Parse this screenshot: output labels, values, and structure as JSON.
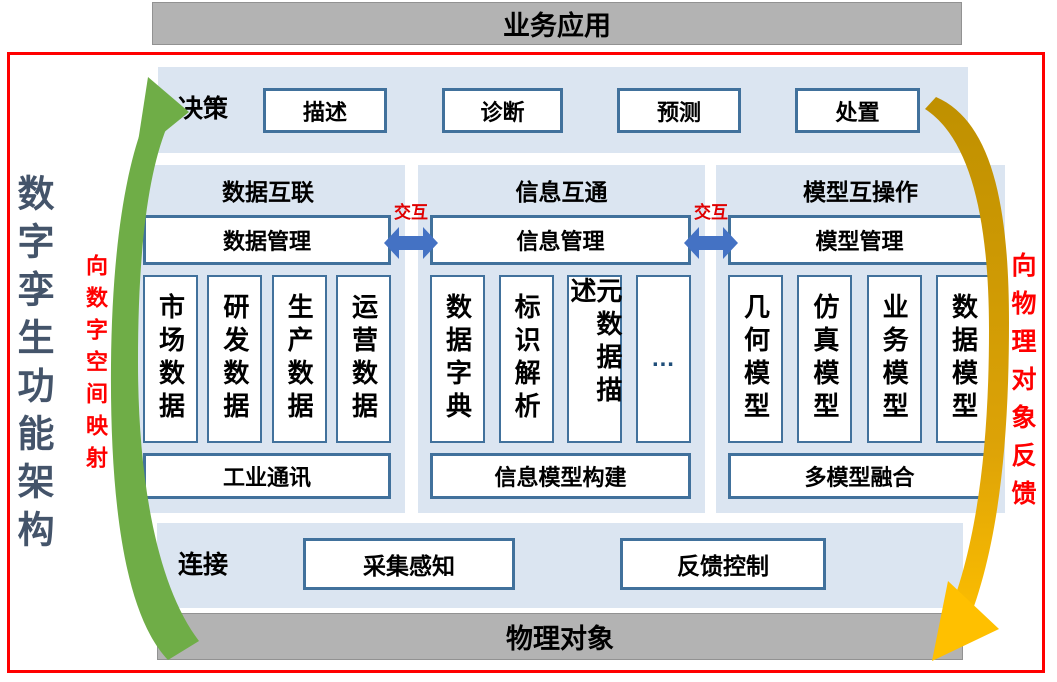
{
  "title": "数字孪生功能架构",
  "top_bar": {
    "label": "业务应用"
  },
  "bottom_bar": {
    "label": "物理对象"
  },
  "left_flow_label": "向数字空间映射",
  "right_flow_label": "向物理对象反馈",
  "interaction_label": "交互",
  "decision": {
    "label": "决策",
    "items": [
      "描述",
      "诊断",
      "预测",
      "处置"
    ]
  },
  "columns": [
    {
      "header": "数据互联",
      "manager": "数据管理",
      "items": [
        "市场数据",
        "研发数据",
        "生产数据",
        "运营数据"
      ],
      "footer": "工业通讯"
    },
    {
      "header": "信息互通",
      "manager": "信息管理",
      "items": [
        "数据字典",
        "标识解析",
        "元数据描述",
        "..."
      ],
      "footer": "信息模型构建"
    },
    {
      "header": "模型互操作",
      "manager": "模型管理",
      "items": [
        "几何模型",
        "仿真模型",
        "业务模型",
        "数据模型"
      ],
      "footer": "多模型融合"
    }
  ],
  "connection": {
    "label": "连接",
    "items": [
      "采集感知",
      "反馈控制"
    ]
  },
  "colors": {
    "panel_blue": "#dbe5f1",
    "box_border": "#41719c",
    "interaction_blue": "#4472c4",
    "mapping_green": "#6fad47",
    "feedback_gold_dark": "#bf9000",
    "feedback_gold_bright": "#ffc000",
    "frame_red": "#ff0000",
    "title_color": "#44546a",
    "bar_gray": "#b3b3b3"
  }
}
